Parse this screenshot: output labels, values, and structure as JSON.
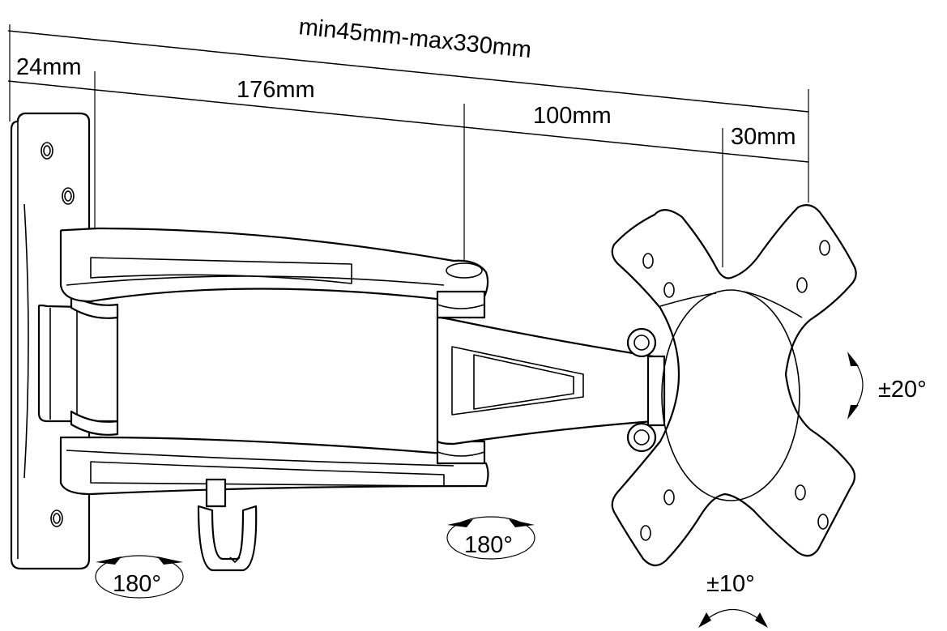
{
  "dimensions": {
    "overall_range": "min45mm-max330mm",
    "wall_plate_depth": "24mm",
    "first_arm_length": "176mm",
    "second_arm_length": "100mm",
    "head_depth": "30mm"
  },
  "rotations": {
    "wall_swivel": "180°",
    "arm_swivel": "180°",
    "tilt": "±20°",
    "roll": "±10°"
  },
  "colors": {
    "line": "#000000",
    "background": "#ffffff"
  }
}
